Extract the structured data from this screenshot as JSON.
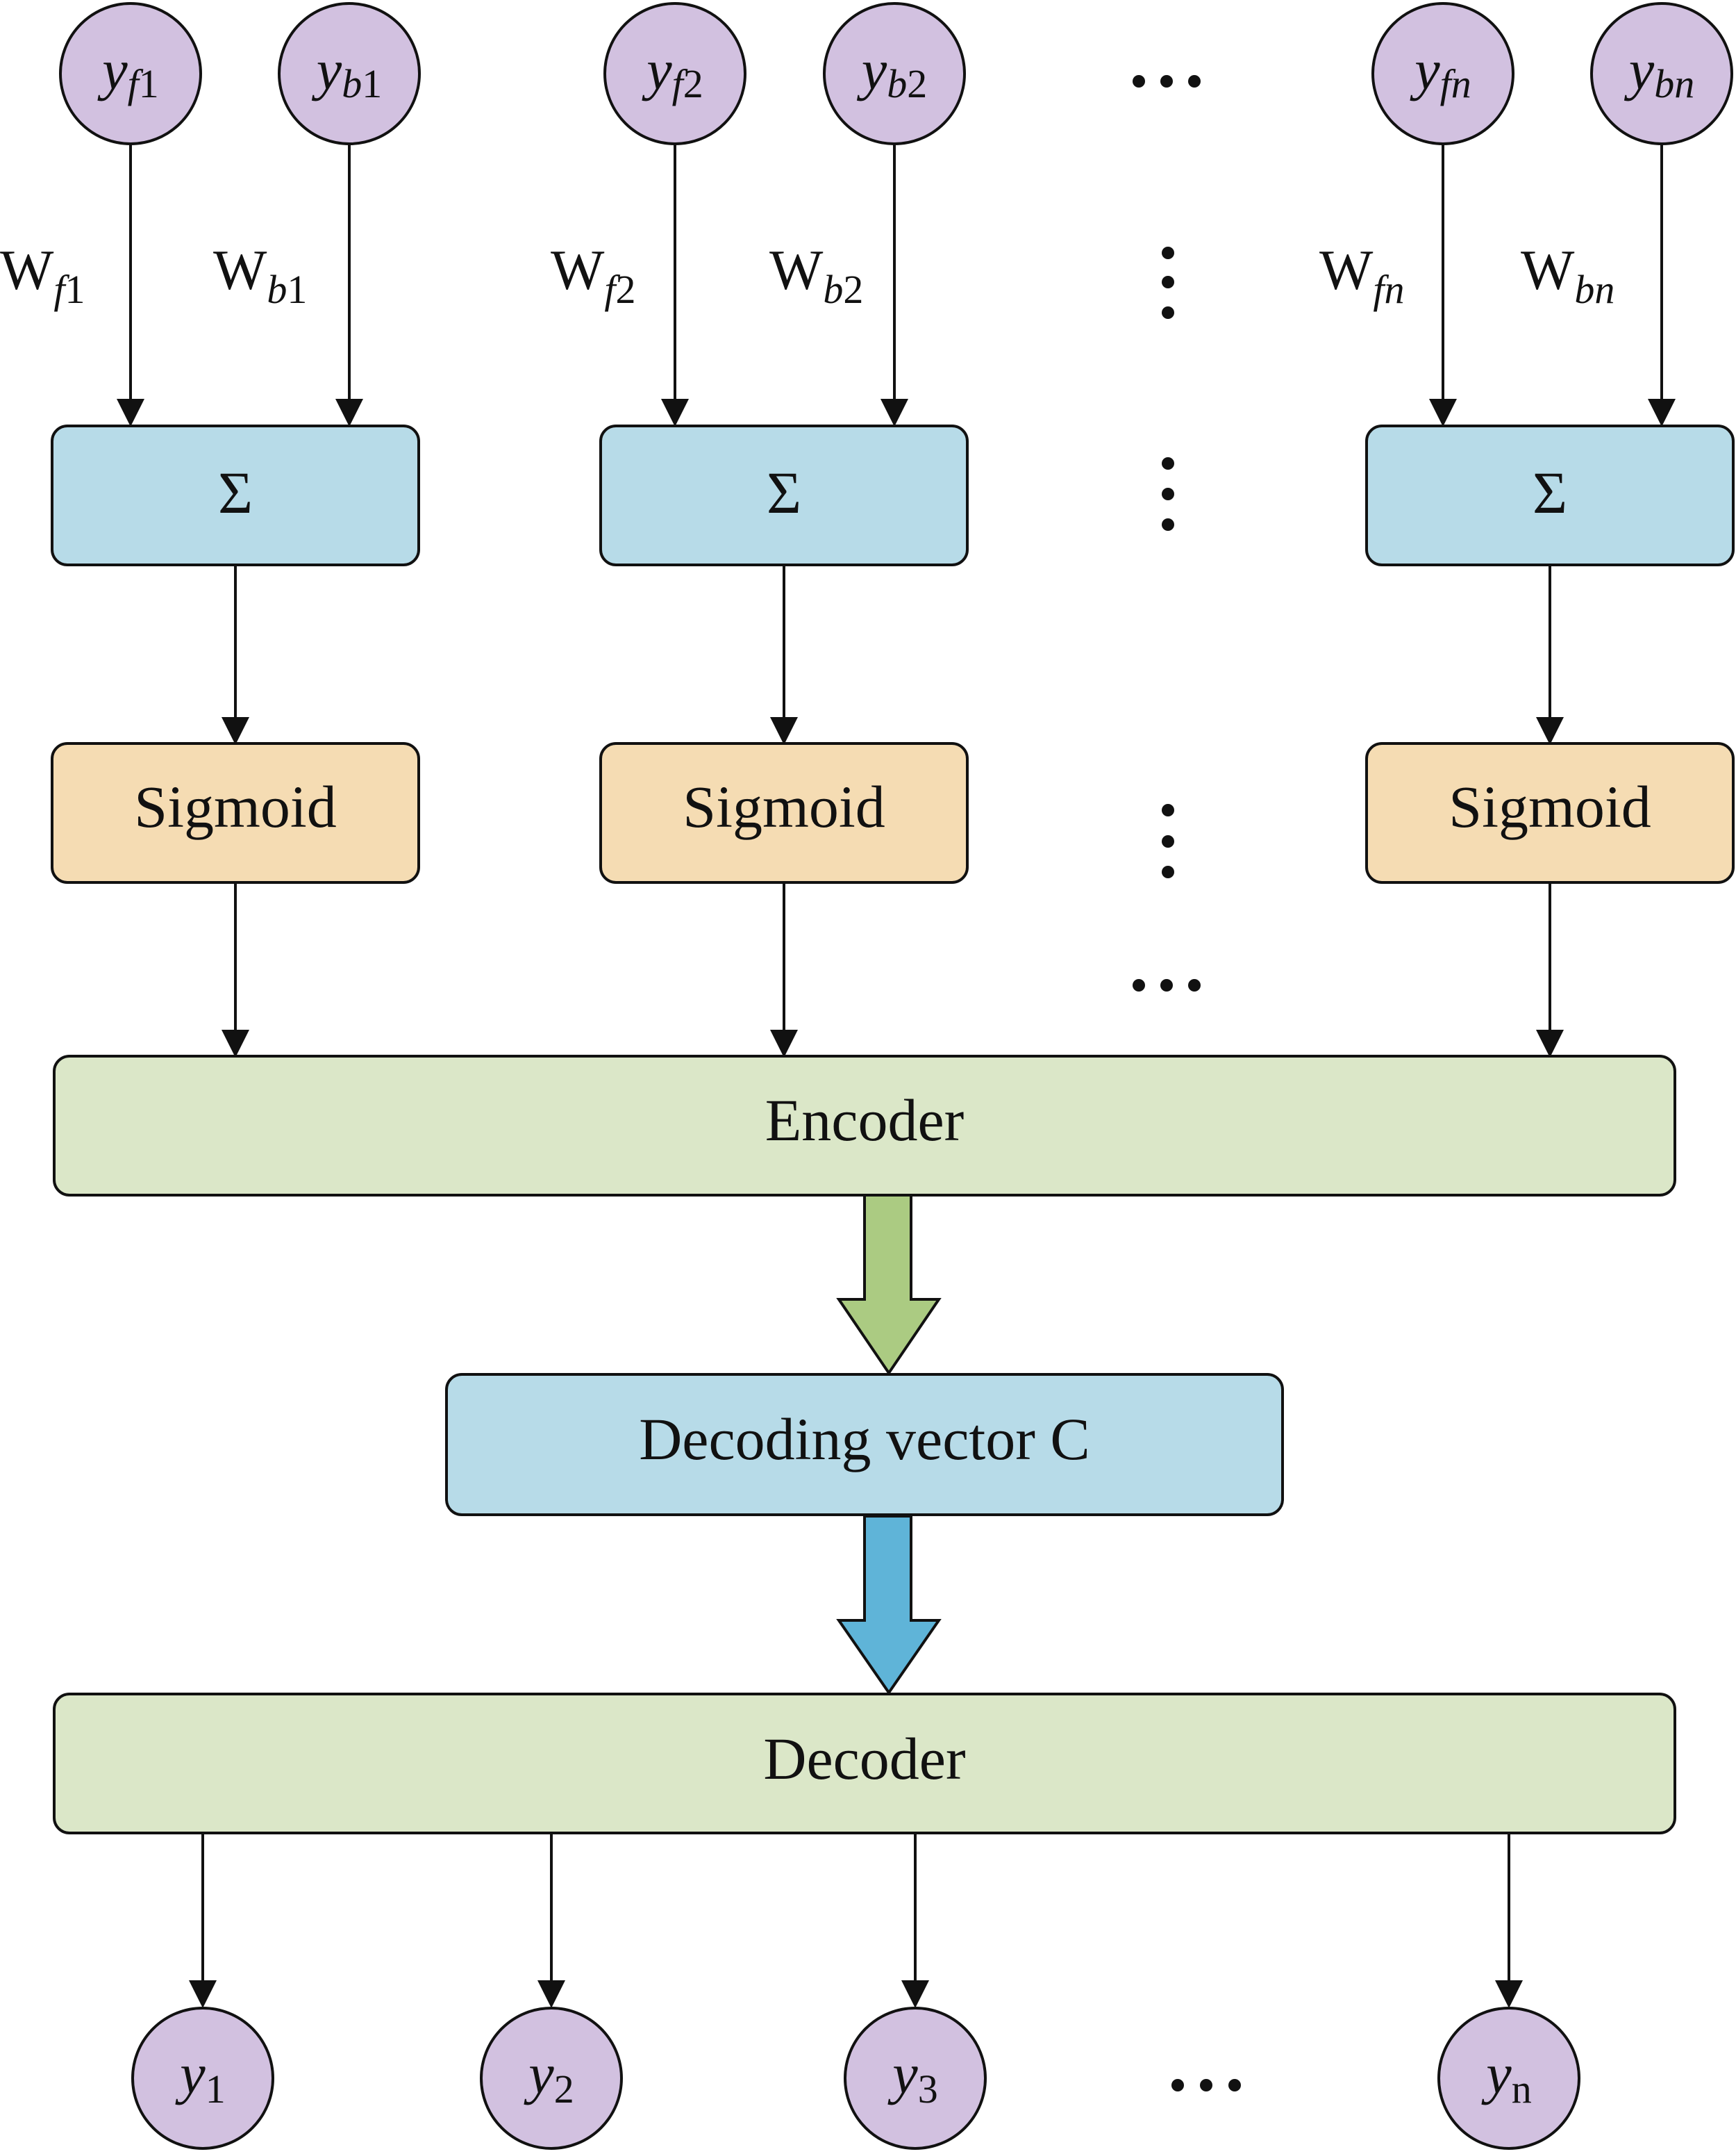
{
  "inputs": {
    "nodes": [
      {
        "base": "y",
        "sub": "f1"
      },
      {
        "base": "y",
        "sub": "b1"
      },
      {
        "base": "y",
        "sub": "f2"
      },
      {
        "base": "y",
        "sub": "b2"
      },
      {
        "base": "y",
        "sub": "fn"
      },
      {
        "base": "y",
        "sub": "bn"
      }
    ],
    "weights": [
      {
        "base": "W",
        "sub": "f1"
      },
      {
        "base": "W",
        "sub": "b1"
      },
      {
        "base": "W",
        "sub": "f2"
      },
      {
        "base": "W",
        "sub": "b2"
      },
      {
        "base": "W",
        "sub": "fn"
      },
      {
        "base": "W",
        "sub": "bn"
      }
    ]
  },
  "blocks": {
    "sum_label": "Σ",
    "sigmoid_label": "Sigmoid",
    "encoder_label": "Encoder",
    "vector_label": "Decoding vector C",
    "decoder_label": "Decoder"
  },
  "outputs": {
    "nodes": [
      {
        "base": "y",
        "sub": "1"
      },
      {
        "base": "y",
        "sub": "2"
      },
      {
        "base": "y",
        "sub": "3"
      },
      {
        "base": "y",
        "sub": "n"
      }
    ]
  },
  "colors": {
    "node_fill": "#d2c1e0",
    "sum_fill": "#b7dbe8",
    "sigmoid_fill": "#f5dcb3",
    "coder_fill": "#dbe7c8",
    "green_arrow": "#abcb82",
    "blue_arrow": "#5fb4d8"
  }
}
